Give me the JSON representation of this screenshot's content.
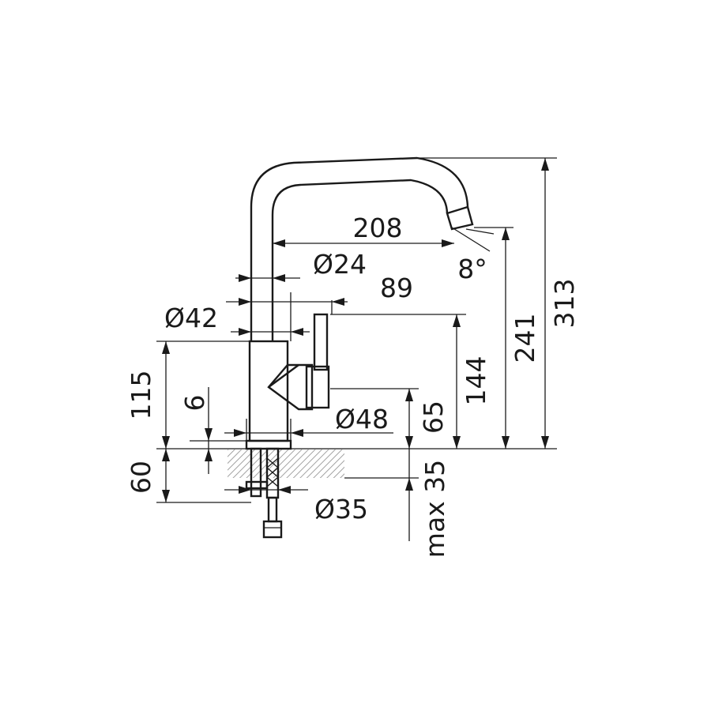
{
  "dimensions": {
    "spout_reach": "208",
    "spout_angle": "8°",
    "spout_diameter": "Ø24",
    "handle_reach": "89",
    "body_diameter": "Ø42",
    "base_diameter": "Ø48",
    "shank_diameter": "Ø35",
    "total_height": "313",
    "spout_outlet_height": "241",
    "handle_height": "144",
    "lever_height": "65",
    "body_height": "115",
    "base_ring_height": "6",
    "below_deck_length": "60",
    "max_deck_thickness": "max 35"
  }
}
